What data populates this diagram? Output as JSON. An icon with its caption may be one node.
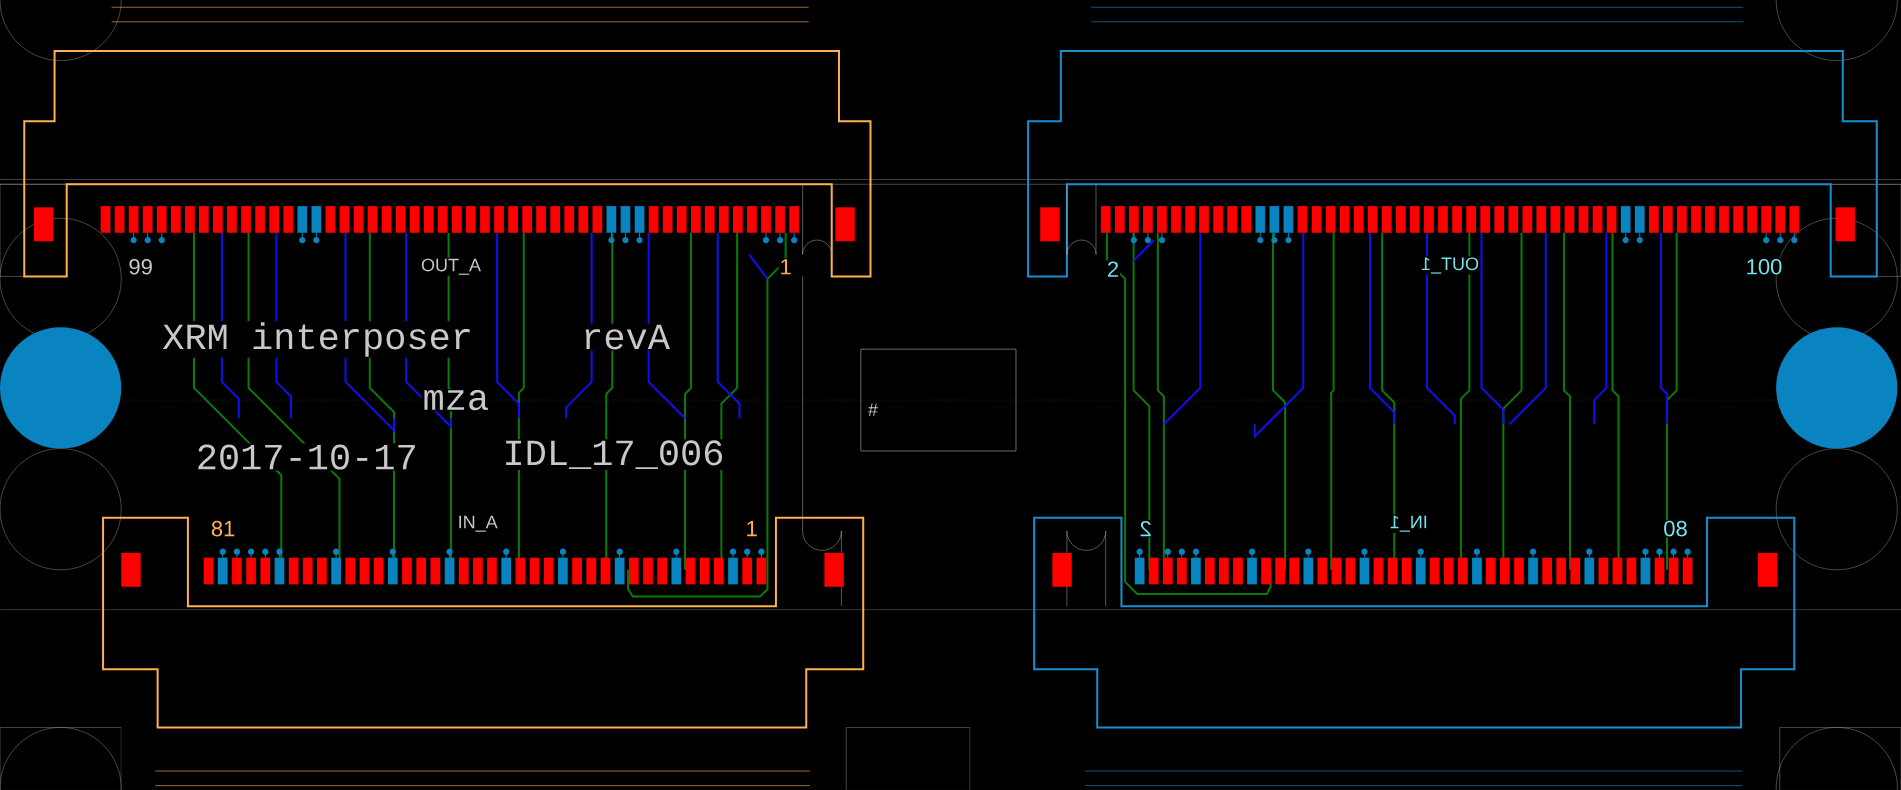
{
  "diagram": {
    "labels": [
      "99",
      "OUT_A",
      "1",
      "XRM interposer",
      "revA",
      "mza",
      "2017-10-17",
      "IDL_17_006",
      "#",
      "2",
      "OUT_1",
      "100",
      "81",
      "IN_A",
      "1",
      "2",
      "IN_1",
      "80"
    ]
  }
}
